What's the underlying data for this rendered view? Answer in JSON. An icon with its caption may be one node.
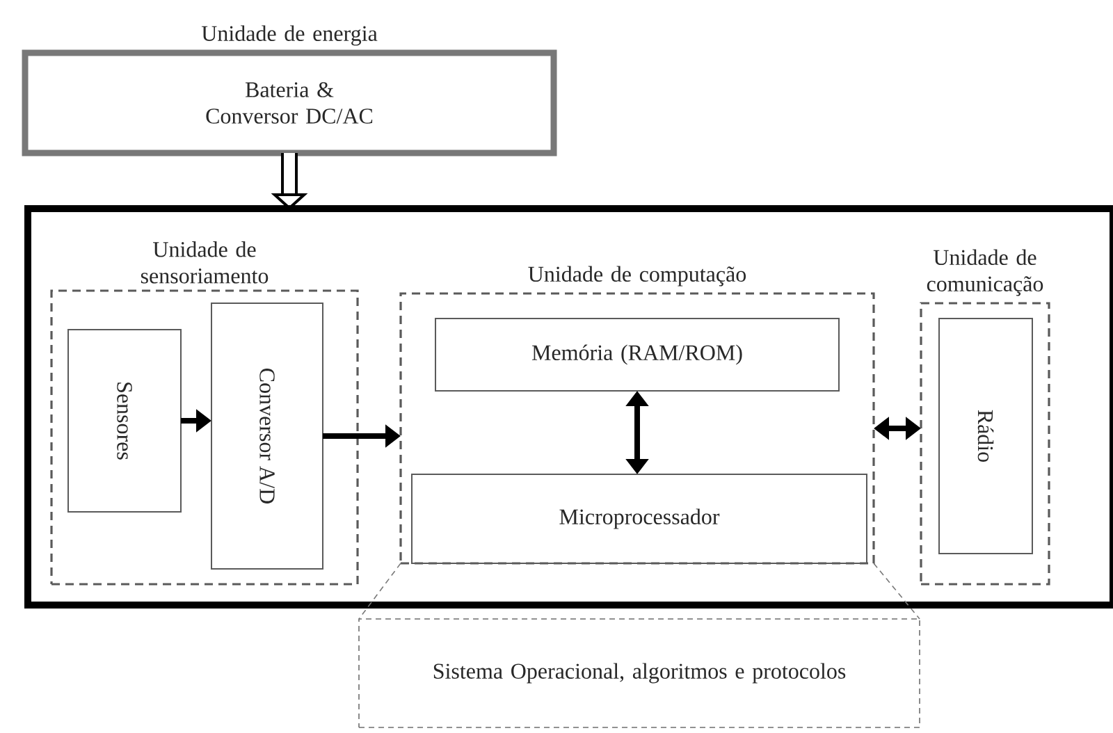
{
  "diagram": {
    "nodes": [
      {
        "text": [
          "Unidade de energia",
          "Bateria & Conversor DC/AC"
        ]
      },
      {
        "text": [],
        "shape": "box"
      },
      {
        "text": [
          "Unidade de sensoriamento"
        ],
        "in": 1
      },
      {
        "text": [
          "Sensores"
        ],
        "in": 2
      },
      {
        "text": [
          "Conversor A/D"
        ],
        "in": 2
      },
      {
        "text": [
          "Unidade de computação"
        ],
        "in": 1
      },
      {
        "text": [
          "Memória (RAM/ROM)"
        ],
        "in": 5
      },
      {
        "text": [
          "Microprocessador"
        ],
        "in": 5
      },
      {
        "text": [
          "Unidade de comunicação"
        ],
        "in": 1
      },
      {
        "text": [
          "Rádio"
        ],
        "in": 8
      },
      {
        "text": [
          "Sistema Operacional, algoritmos e protocolos"
        ]
      }
    ],
    "edges": [
      {
        "from": 0,
        "to": 1,
        "arrow": "to",
        "style": "thick"
      },
      {
        "from": 3,
        "to": 4,
        "arrow": "to"
      },
      {
        "from": 4,
        "to": 5,
        "arrow": "to"
      },
      {
        "from": 6,
        "to": 7,
        "arrow": "both"
      },
      {
        "from": 5,
        "to": 8,
        "arrow": "both"
      },
      {
        "from": 5,
        "to": 10,
        "arrow": "none",
        "style": "dashed",
        "color": "#787878"
      },
      {
        "from": 5,
        "to": 10,
        "arrow": "none",
        "style": "dashed",
        "color": "#787878"
      }
    ]
  }
}
